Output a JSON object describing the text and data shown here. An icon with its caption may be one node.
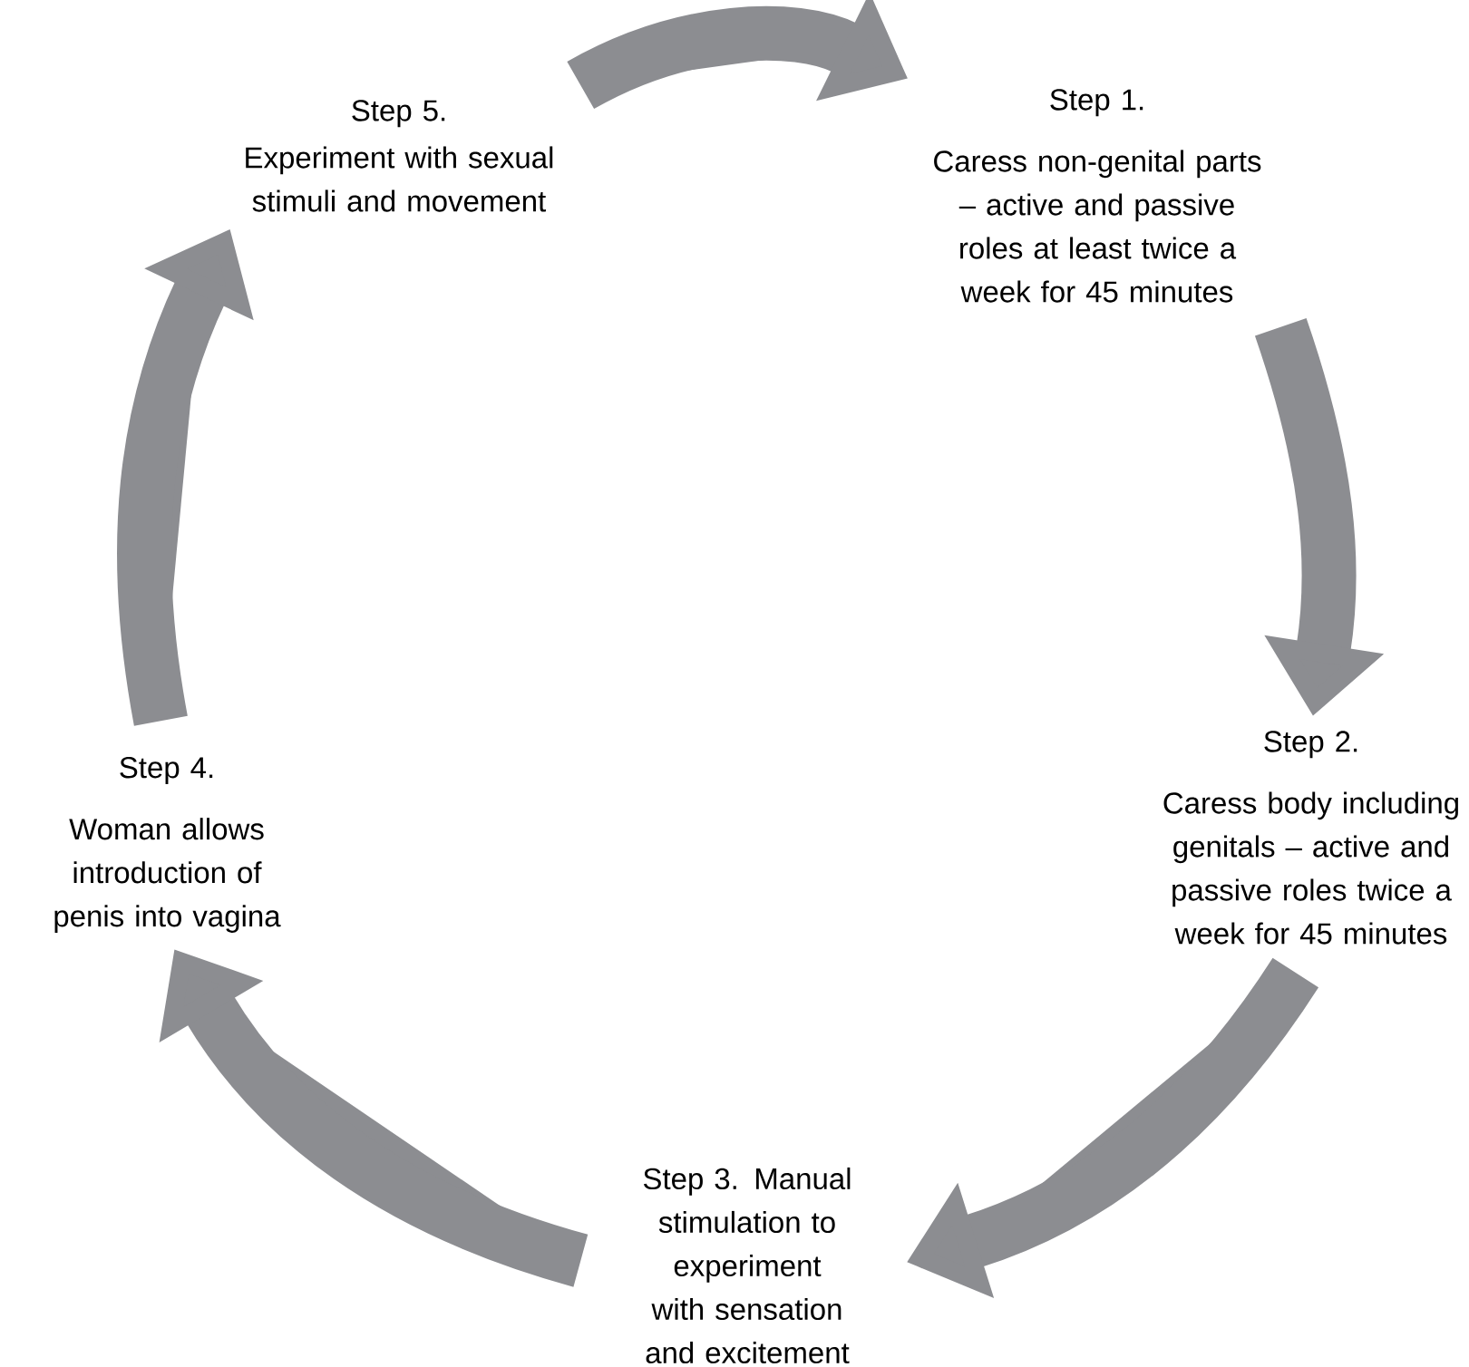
{
  "diagram": {
    "nodes": [
      {
        "text": [
          "Step 1.",
          "Caress non-genital parts – active and passive roles at least twice a week for 45 minutes"
        ]
      },
      {
        "text": [
          "Step 2.",
          "Caress body including genitals – active and passive roles twice a week for 45 minutes"
        ]
      },
      {
        "text": [
          "Step 3. Manual stimulation to experiment with sensation and excitement"
        ]
      },
      {
        "text": [
          "Step 4.",
          "Woman allows introduction of penis into vagina"
        ]
      },
      {
        "text": [
          "Step 5.",
          "Experiment with sexual stimuli and movement"
        ]
      }
    ],
    "edges": [
      {
        "from": 4,
        "to": 0,
        "arrow": "to"
      },
      {
        "from": 0,
        "to": 1,
        "arrow": "to"
      },
      {
        "from": 1,
        "to": 2,
        "arrow": "to"
      },
      {
        "from": 2,
        "to": 3,
        "arrow": "to"
      },
      {
        "from": 3,
        "to": 4,
        "arrow": "to"
      }
    ]
  }
}
